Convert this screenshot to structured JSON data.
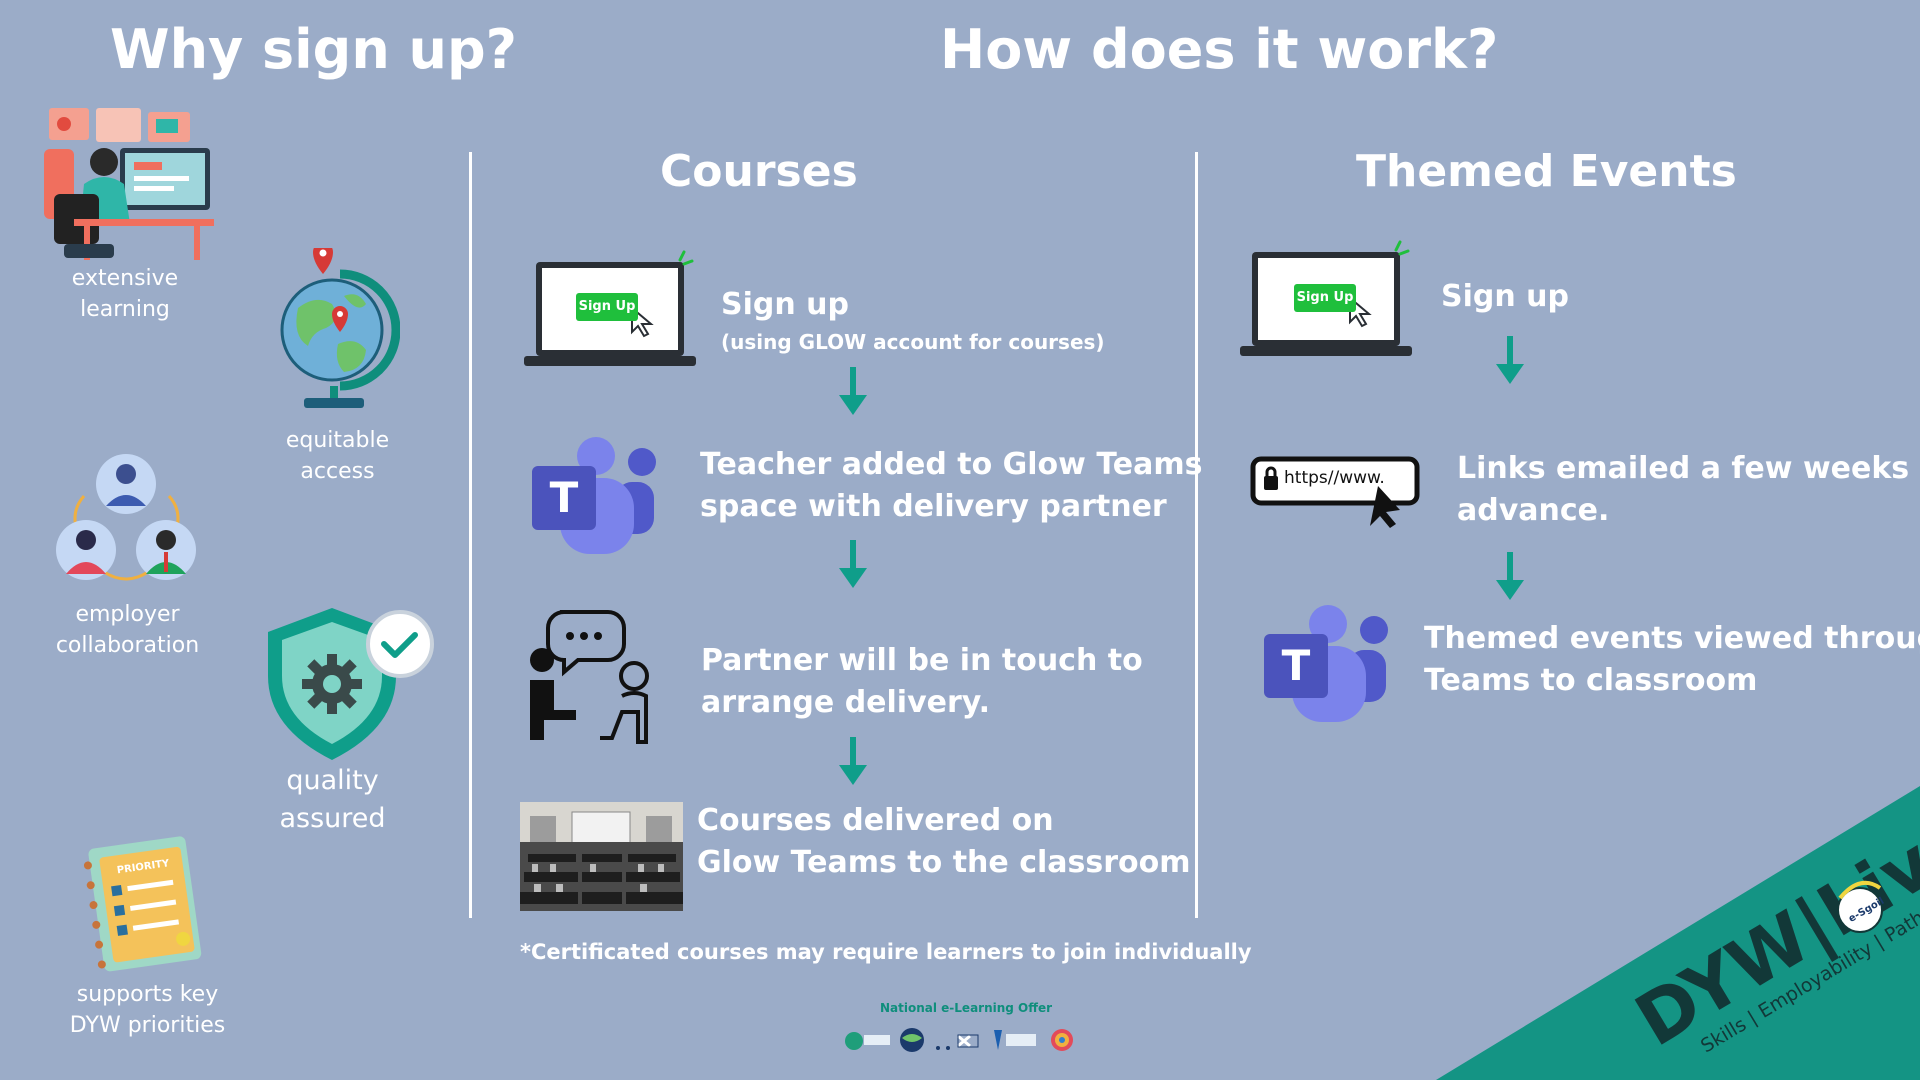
{
  "why": {
    "title": "Why sign up?",
    "benefits": [
      {
        "line1": "extensive",
        "line2": "learning",
        "icon": "person-at-computer-icon"
      },
      {
        "line1": "equitable",
        "line2": "access",
        "icon": "globe-icon"
      },
      {
        "line1": "employer",
        "line2": "collaboration",
        "icon": "people-network-icon"
      },
      {
        "line1": "quality",
        "line2": "assured",
        "icon": "shield-gear-icon"
      },
      {
        "line1": "supports key",
        "line2": "DYW priorities",
        "icon": "priority-notebook-icon"
      }
    ]
  },
  "how": {
    "title": "How does it work?",
    "courses": {
      "title": "Courses",
      "steps": [
        {
          "title": "Sign up",
          "sub": "(using GLOW account for  courses)",
          "icon": "laptop-signup-icon",
          "button": "Sign Up"
        },
        {
          "line1": "Teacher added to Glow Teams",
          "line2": "space with delivery partner",
          "icon": "teams-icon",
          "icon_letter": "T"
        },
        {
          "line1": "Partner will be in touch to",
          "line2": "arrange delivery.",
          "icon": "conversation-icon"
        },
        {
          "line1": "Courses delivered on",
          "line2": "Glow Teams to the classroom",
          "icon": "classroom-photo"
        }
      ]
    },
    "events": {
      "title": "Themed Events",
      "steps": [
        {
          "title": "Sign up",
          "icon": "laptop-signup-icon",
          "button": "Sign Up"
        },
        {
          "line1": "Links emailed a few weeks in",
          "line2": "advance.",
          "icon": "url-bar-icon",
          "url": "https//www."
        },
        {
          "line1": "Themed events viewed through",
          "line2": "Teams to classroom",
          "icon": "teams-icon",
          "icon_letter": "T"
        }
      ]
    }
  },
  "footnote": "*Certificated courses may require learners to join individually",
  "national_offer": "National e-Learning Offer",
  "brand": {
    "name": "DYW Live",
    "tagline": "Skills | Employability | Pathways",
    "badge": "e-Sgoil",
    "color": "#149484"
  },
  "colors": {
    "background": "#9bacc8",
    "accent_teal": "#0f9e8a",
    "signup_green": "#1fbf3c",
    "teams_purple": "#5059c9"
  }
}
